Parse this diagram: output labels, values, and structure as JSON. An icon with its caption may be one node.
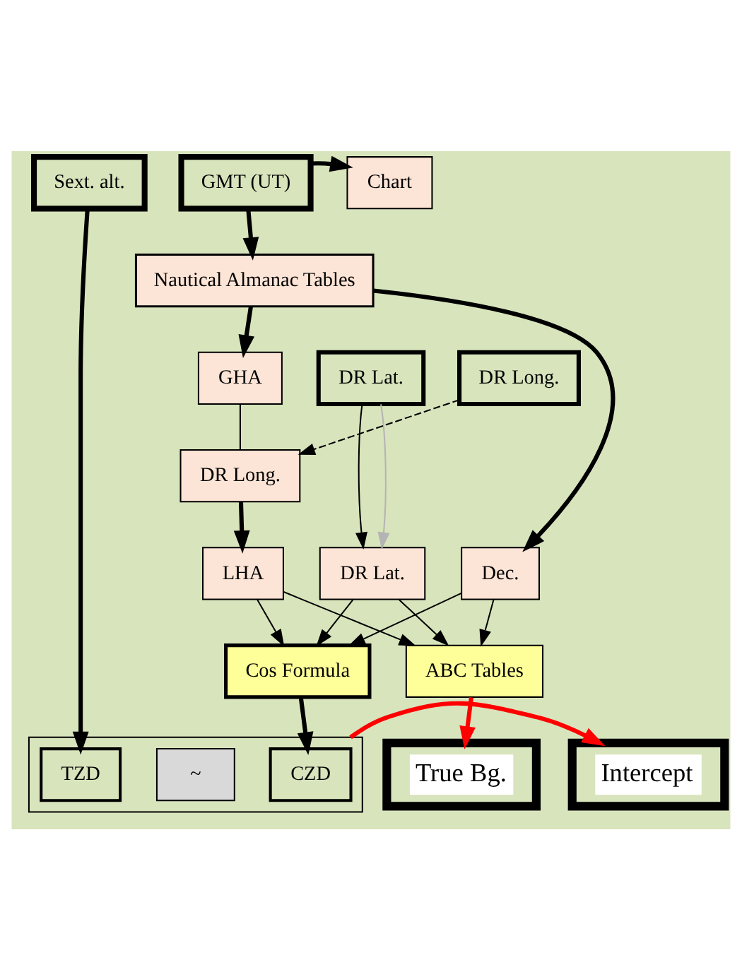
{
  "diagram": {
    "nodes": [
      {
        "text": [
          "Sext. alt."
        ]
      },
      {
        "text": [
          "GMT (UT)"
        ]
      },
      {
        "text": [
          "Chart"
        ]
      },
      {
        "text": [
          "DR Lat."
        ]
      },
      {
        "text": [
          "DR Long."
        ]
      },
      {
        "text": [
          "Nautical Almanac Tables"
        ]
      },
      {
        "text": [
          "GHA"
        ]
      },
      {
        "text": [
          "DR Long."
        ]
      },
      {
        "text": [
          "LHA"
        ]
      },
      {
        "text": [
          "DR Lat."
        ]
      },
      {
        "text": [
          "Dec."
        ]
      },
      {
        "text": [
          "Cos Formula"
        ]
      },
      {
        "text": [
          "ABC Tables"
        ]
      },
      {
        "text": [
          "True Bg."
        ]
      },
      {
        "text": [],
        "shape": "box"
      },
      {
        "text": [
          "TZD"
        ],
        "in": 14
      },
      {
        "text": [
          "~"
        ],
        "in": 14
      },
      {
        "text": [
          "CZD"
        ],
        "in": 14
      },
      {
        "text": [
          "Intercept"
        ]
      }
    ],
    "edges": [
      {
        "from": 1,
        "to": 2,
        "arrow": "to",
        "style": "thick"
      },
      {
        "from": 1,
        "to": 5,
        "arrow": "to",
        "style": "thick"
      },
      {
        "from": 5,
        "to": 6,
        "arrow": "to",
        "style": "thick"
      },
      {
        "from": 5,
        "to": 10,
        "arrow": "to",
        "style": "thick"
      },
      {
        "from": 6,
        "to": 7,
        "arrow": "none"
      },
      {
        "from": 4,
        "to": 7,
        "arrow": "to",
        "style": "dashed"
      },
      {
        "from": 7,
        "to": 8,
        "arrow": "to",
        "style": "thick"
      },
      {
        "from": 3,
        "to": 9,
        "arrow": "to"
      },
      {
        "from": 3,
        "to": 9,
        "arrow": "to",
        "color": "#b4b4b4"
      },
      {
        "from": 8,
        "to": 11,
        "arrow": "to"
      },
      {
        "from": 8,
        "to": 12,
        "arrow": "to"
      },
      {
        "from": 9,
        "to": 11,
        "arrow": "to"
      },
      {
        "from": 9,
        "to": 12,
        "arrow": "to"
      },
      {
        "from": 10,
        "to": 11,
        "arrow": "to"
      },
      {
        "from": 10,
        "to": 12,
        "arrow": "to"
      },
      {
        "from": 12,
        "to": 13,
        "arrow": "to",
        "style": "thick",
        "color": "#ff0000"
      },
      {
        "from": 0,
        "to": 15,
        "arrow": "to",
        "style": "thick"
      },
      {
        "from": 11,
        "to": 17,
        "arrow": "to",
        "style": "thick"
      },
      {
        "from": 14,
        "to": 18,
        "arrow": "to",
        "style": "thick",
        "color": "#ff0000"
      }
    ]
  }
}
